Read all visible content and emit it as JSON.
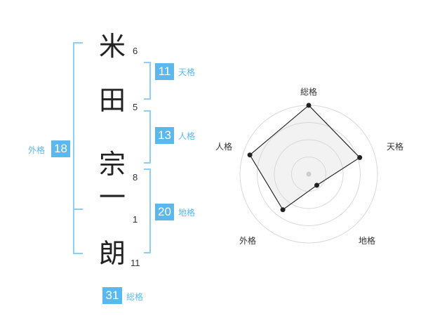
{
  "name": {
    "chars": [
      {
        "char": "米",
        "strokes": "6"
      },
      {
        "char": "田",
        "strokes": "5"
      },
      {
        "char": "宗",
        "strokes": "8"
      },
      {
        "char": "一",
        "strokes": "1"
      },
      {
        "char": "朗",
        "strokes": "11"
      }
    ]
  },
  "fortunes": {
    "tenkaku": {
      "value": "11",
      "label": "天格"
    },
    "jinkaku": {
      "value": "13",
      "label": "人格"
    },
    "chikaku": {
      "value": "20",
      "label": "地格"
    },
    "gaikaku": {
      "value": "18",
      "label": "外格"
    },
    "soukaku": {
      "value": "31",
      "label": "総格"
    }
  },
  "colors": {
    "accent": "#5bb8ee",
    "bracket": "#8fcdf2",
    "radar_fill": "#f2f2f2",
    "radar_ring": "#d8d8d8"
  },
  "chart_data": {
    "type": "radar",
    "axes": [
      "総格",
      "天格",
      "地格",
      "外格",
      "人格"
    ],
    "values": [
      1.0,
      0.78,
      0.2,
      0.64,
      0.9
    ],
    "range": [
      0,
      1
    ],
    "rings": 4
  }
}
